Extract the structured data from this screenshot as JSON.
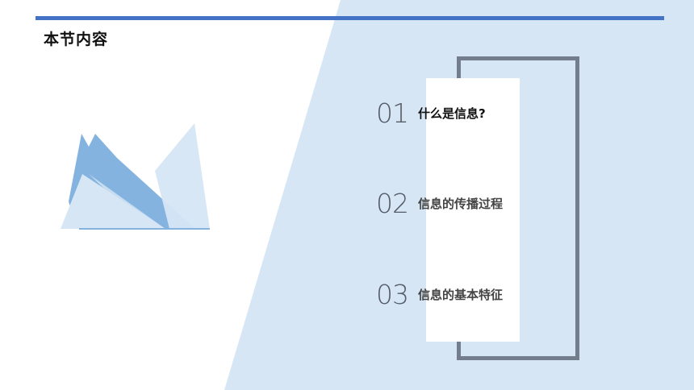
{
  "slide": {
    "title": "本节内容"
  },
  "colors": {
    "accent_bar": "#4472c4",
    "background_panel": "#d6e6f5",
    "frame": "#737d8c",
    "mountain_dark": "#85b3e0",
    "mountain_light": "#d6e6f5"
  },
  "agenda": {
    "items": [
      {
        "number": "01",
        "label": "什么是信息?",
        "color": "#111111"
      },
      {
        "number": "02",
        "label": "信息的传播过程",
        "color": "#444444"
      },
      {
        "number": "03",
        "label": "信息的基本特征",
        "color": "#444444"
      }
    ]
  },
  "illustration": {
    "icon": "mountain-icon"
  }
}
